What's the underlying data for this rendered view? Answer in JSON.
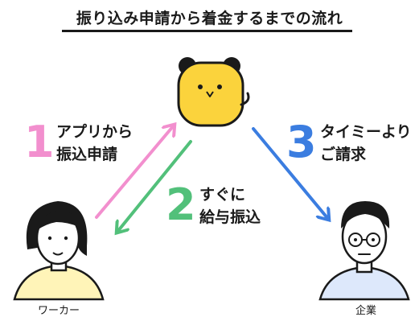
{
  "title": "振り込み申請から着金するまでの流れ",
  "steps": [
    {
      "number": "1",
      "label": "アプリから\n振込申請",
      "color": "#f28fce"
    },
    {
      "number": "2",
      "label": "すぐに\n給与振込",
      "color": "#52c07a"
    },
    {
      "number": "3",
      "label": "タイミーより\nご請求",
      "color": "#3b7de0"
    }
  ],
  "actors": {
    "worker": {
      "label": "ワーカー",
      "shirt_color": "#fff4b8"
    },
    "company": {
      "label": "企業",
      "shirt_color": "#dde8fb"
    },
    "mascot": {
      "color": "#fbd33c"
    }
  }
}
